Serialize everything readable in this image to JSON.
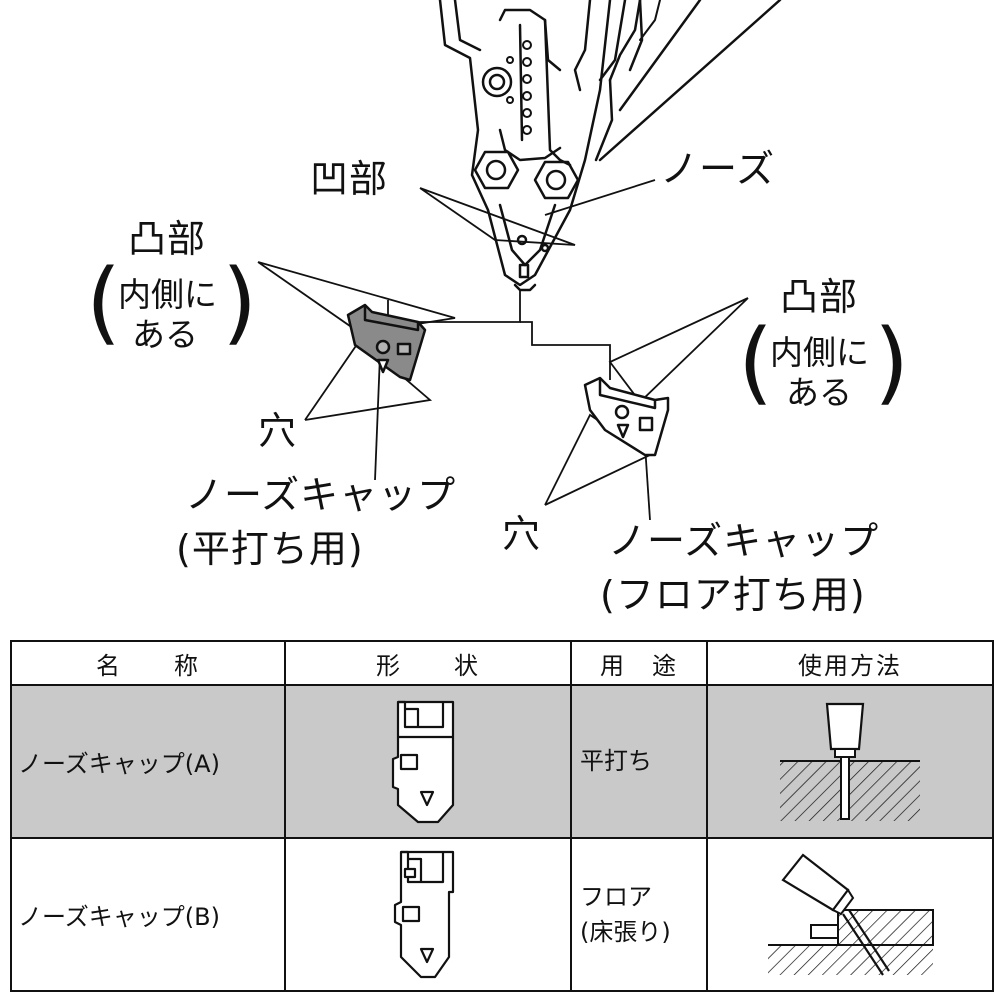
{
  "labels": {
    "recess": "凹部",
    "nose": "ノーズ",
    "protrusion": "凸部",
    "inside_line1": "内側に",
    "inside_line2": "ある",
    "hole": "穴",
    "cap_flat_line1": "ノーズキャップ",
    "cap_flat_line2": "(平打ち用)",
    "cap_floor_line1": "ノーズキャップ",
    "cap_floor_line2": "(フロア打ち用)"
  },
  "table": {
    "headers": [
      "名　　称",
      "形　　状",
      "用　途",
      "使用方法"
    ],
    "rows": [
      {
        "name": "ノーズキャップ(A)",
        "use_line1": "平打ち",
        "use_line2": "",
        "shaded": true
      },
      {
        "name": "ノーズキャップ(B)",
        "use_line1": "フロア",
        "use_line2": "(床張り)",
        "shaded": false
      }
    ]
  },
  "colors": {
    "shaded_row": "#c9c9c9",
    "cap_flat_fill": "#8a8a8a",
    "line": "#111111"
  }
}
